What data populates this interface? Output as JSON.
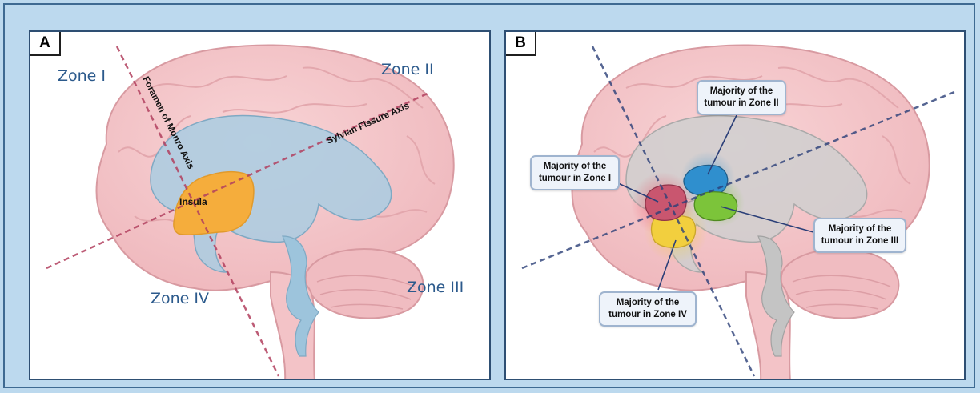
{
  "panel_a": {
    "label": "A",
    "zones": {
      "zone1": "Zone I",
      "zone2": "Zone II",
      "zone3": "Zone III",
      "zone4": "Zone IV"
    },
    "axis_labels": {
      "foramen": "Foramen of Monro Axis",
      "sylvian": "Sylvian Fissure Axis"
    },
    "structure_label": "Insula"
  },
  "panel_b": {
    "label": "B",
    "callouts": {
      "zone1": {
        "line1": "Majority of the",
        "line2": "tumour in Zone I"
      },
      "zone2": {
        "line1": "Majority of the",
        "line2": "tumour in Zone II"
      },
      "zone3": {
        "line1": "Majority of the",
        "line2": "tumour in Zone III"
      },
      "zone4": {
        "line1": "Majority of the",
        "line2": "tumour in Zone IV"
      }
    }
  },
  "colors": {
    "background": "#bcd9ee",
    "frame": "#2e4f73",
    "zone_text": "#2c5a8c",
    "brain": "#f6c9cd",
    "ventricle": "#a9cde2",
    "insula": "#f5ad3c",
    "axis_line": "#b2405f",
    "axis_line_b": "#2b3f78",
    "tumour_zone1": "#c9566f",
    "tumour_zone2": "#2f8fce",
    "tumour_zone3": "#7cc43a",
    "tumour_zone4": "#f2cf3e"
  }
}
